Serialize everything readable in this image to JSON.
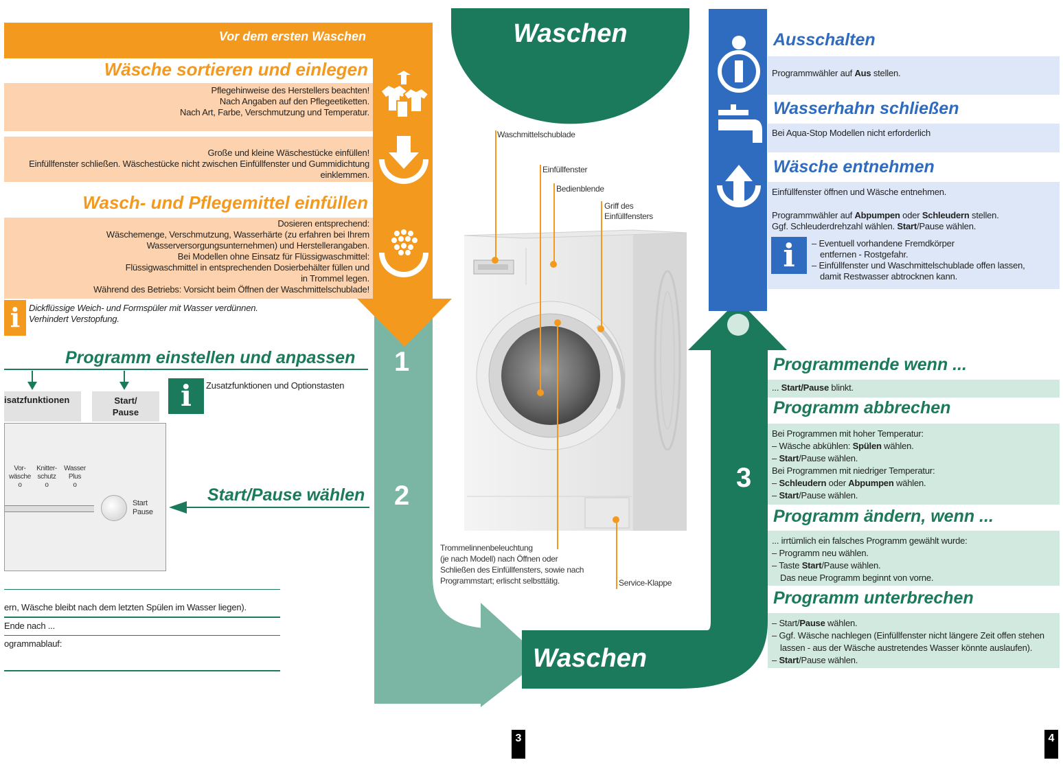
{
  "left": {
    "banner": "Vor dem ersten Waschen",
    "sort": {
      "title": "Wäsche sortieren und einlegen",
      "lines": [
        "Pflegehinweise des Herstellers beachten!",
        "Nach Angaben auf den Pflegeetiketten.",
        "Nach Art, Farbe, Verschmutzung und Temperatur."
      ]
    },
    "load": {
      "lines": [
        "Große und kleine Wäschestücke einfüllen!",
        "Einfüllfenster schließen. Wäschestücke nicht zwischen Einfüllfenster und Gummidichtung",
        "einklemmen."
      ]
    },
    "detergent": {
      "title": "Wasch- und Pflegemittel einfüllen",
      "lines": [
        "Dosieren entsprechend:",
        "Wäschemenge, Verschmutzung, Wasserhärte (zu erfahren bei Ihrem",
        "Wasserversorgungsunternehmen) und Herstellerangaben.",
        "Bei Modellen ohne Einsatz für Flüssigwaschmittel:",
        "Flüssigwaschmittel in entsprechenden Dosierbehälter füllen und",
        "in Trommel legen.",
        "Während des Betriebs: Vorsicht beim Öffnen der Waschmittelschublade!"
      ]
    },
    "tip": [
      "Dickflüssige Weich- und Formspüler mit Wasser verdünnen.",
      "Verhindert Verstopfung."
    ],
    "program_title": "Programm einstellen und anpassen",
    "tab_1": "isatzfunktionen",
    "tab_2a": "Start/",
    "tab_2b": "Pause",
    "tab_info": "Zusatzfunktionen und Optionstasten",
    "panel_btns": [
      {
        "l1": "Vor-",
        "l2": "wäsche"
      },
      {
        "l1": "Knitter-",
        "l2": "schutz"
      },
      {
        "l1": "Wasser",
        "l2": "Plus"
      }
    ],
    "panel_start_1": "Start",
    "panel_start_2": "Pause",
    "start_pause_title": "Start/Pause wählen",
    "rows": [
      "ern, Wäsche bleibt nach dem letzten Spülen im Wasser liegen).",
      "Ende nach ...",
      "ogrammablauf:"
    ]
  },
  "center": {
    "top_title": "Waschen",
    "bottom_title": "Waschen",
    "step1": "1",
    "step2": "2",
    "step3": "3",
    "labels": {
      "drawer": "Waschmittelschublade",
      "door": "Einfüllfenster",
      "panel": "Bedienblende",
      "handle_1": "Griff des",
      "handle_2": "Einfüllfensters",
      "drum_1": "Trommelinnenbeleuchtung",
      "drum_2": "(je nach Modell) nach Öffnen oder",
      "drum_3": "Schließen des Einfüllfensters, sowie nach",
      "drum_4": "Programmstart; erlischt selbsttätig.",
      "service": "Service-Klappe"
    }
  },
  "right": {
    "off": {
      "title": "Ausschalten",
      "pre": "Programmwähler auf ",
      "bold": "Aus",
      "post": " stellen."
    },
    "tap": {
      "title": "Wasserhahn schließen",
      "text": "Bei Aqua-Stop Modellen nicht erforderlich"
    },
    "unload": {
      "title": "Wäsche entnehmen",
      "l1": "Einfüllfenster öffnen und Wäsche entnehmen.",
      "l2_a": "Programmwähler auf ",
      "l2_b": "Abpumpen",
      "l2_c": " oder ",
      "l2_d": "Schleudern",
      "l2_e": " stellen.",
      "l3_a": "Ggf. Schleuderdrehzahl wählen. ",
      "l3_b": "Start",
      "l3_c": "/Pause wählen.",
      "info_1": "– Eventuell vorhandene Fremdkörper",
      "info_2": "entfernen - Rostgefahr.",
      "info_3": "– Einfüllfenster und Waschmittelschublade offen lassen,",
      "info_4": "damit Restwasser abtrocknen kann."
    },
    "end": {
      "title": "Programmende wenn ...",
      "pre": "... ",
      "bold": "Start/Pause",
      "post": " blinkt."
    },
    "abort": {
      "title": "Programm abbrechen",
      "l1": "Bei Programmen mit hoher Temperatur:",
      "l2_a": "– Wäsche abkühlen: ",
      "l2_b": "Spülen",
      "l2_c": " wählen.",
      "l3_a": "– ",
      "l3_b": "Start",
      "l3_c": "/Pause wählen.",
      "l4": "Bei Programmen mit niedriger Temperatur:",
      "l5_a": "– ",
      "l5_b": "Schleudern",
      "l5_c": " oder ",
      "l5_d": "Abpumpen",
      "l5_e": " wählen.",
      "l6_a": "– ",
      "l6_b": "Start",
      "l6_c": "/Pause wählen."
    },
    "change": {
      "title": "Programm ändern, wenn ...",
      "l1": "... irrtümlich ein falsches Programm gewählt wurde:",
      "l2": "– Programm neu wählen.",
      "l3_a": "– Taste ",
      "l3_b": "Start",
      "l3_c": "/Pause wählen.",
      "l4": "Das neue Programm beginnt von vorne."
    },
    "pause": {
      "title": "Programm unterbrechen",
      "l1_a": "– Start/",
      "l1_b": "Pause",
      "l1_c": " wählen.",
      "l2": "– Ggf. Wäsche nachlegen (Einfüllfenster nicht längere Zeit offen stehen",
      "l3": "lassen - aus der Wäsche austretendes Wasser könnte auslaufen).",
      "l4_a": "– ",
      "l4_b": "Start",
      "l4_c": "/Pause wählen."
    }
  },
  "pages": {
    "left": "3",
    "right": "4"
  },
  "colors": {
    "orange": "#f39a1e",
    "green": "#1c7a5c",
    "green_light": "#7bb6a4",
    "blue": "#2f6cc0"
  }
}
